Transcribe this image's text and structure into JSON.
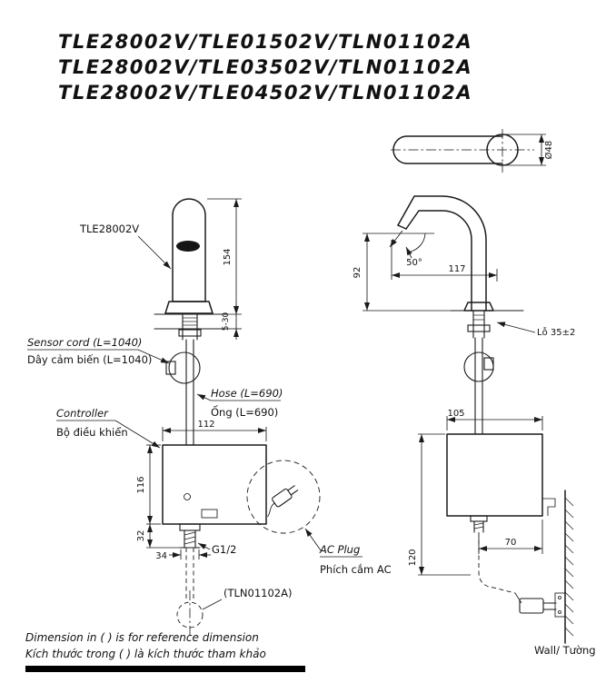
{
  "title": {
    "line1": "TLE28002V/TLE01502V/TLN01102A",
    "line2": "TLE28002V/TLE03502V/TLN01102A",
    "line3": "TLE28002V/TLE04502V/TLN01102A"
  },
  "front": {
    "model_label": "TLE28002V",
    "dim_height": "154",
    "dim_deck": "5-30",
    "dim_box_width": "112",
    "dim_box_height": "116",
    "dim_shank_height": "32",
    "dim_shank_width": "34",
    "thread_label": "G1/2",
    "valve_label": "(TLN01102A)",
    "sensor_cord_en": "Sensor cord (L=1040)",
    "sensor_cord_vi": "Dây cảm biến (L=1040)",
    "hose_en": "Hose (L=690)",
    "hose_vi": "Ống (L=690)",
    "controller_en": "Controller",
    "controller_vi": "Bộ điều khiển",
    "ac_plug_en": "AC Plug",
    "ac_plug_vi": "Phích cắm AC"
  },
  "side": {
    "dim_diameter": "Ø48",
    "dim_spout_height": "92",
    "dim_reach": "117",
    "angle": "50°",
    "hole_label": "Lỗ 35±2",
    "dim_box_width": "105",
    "dim_box_depth": "70",
    "dim_total_height": "120",
    "wall_label": "Wall/ Tường"
  },
  "footer": {
    "note_en": "Dimension in ( ) is for reference dimension",
    "note_vi": "Kích thước trong ( ) là kích thước tham khảo"
  }
}
